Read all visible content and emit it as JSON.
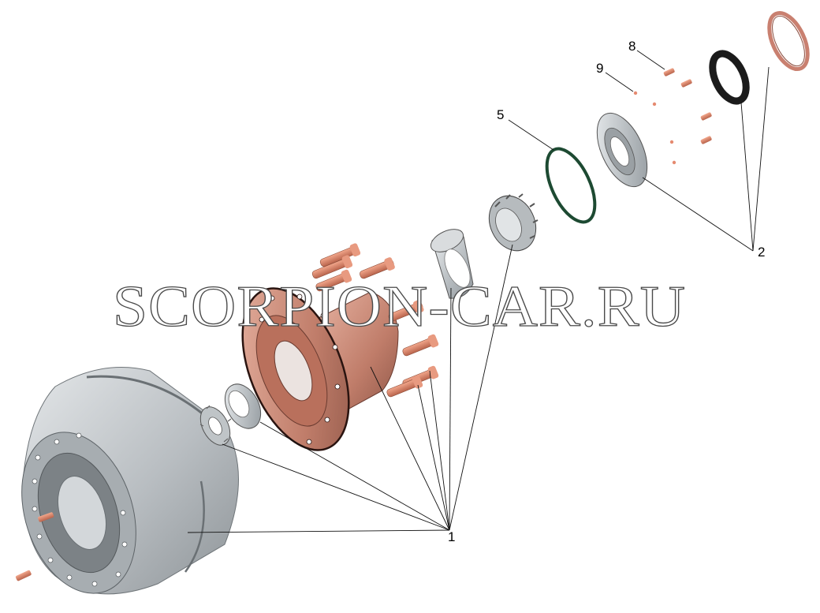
{
  "watermark": "SCORPION-CAR.RU",
  "callouts": {
    "c1": "1",
    "c2": "2",
    "c5": "5",
    "c8": "8",
    "c9": "9"
  },
  "colors": {
    "hub_copper": "#c98a78",
    "bolt_copper": "#e0866a",
    "drum_gray": "#c4c8cb",
    "bearing_steel": "#b9bec2",
    "gasket_green": "#1d4a32",
    "seal_black": "#1b1b1b",
    "ring_copper": "#c98070"
  }
}
